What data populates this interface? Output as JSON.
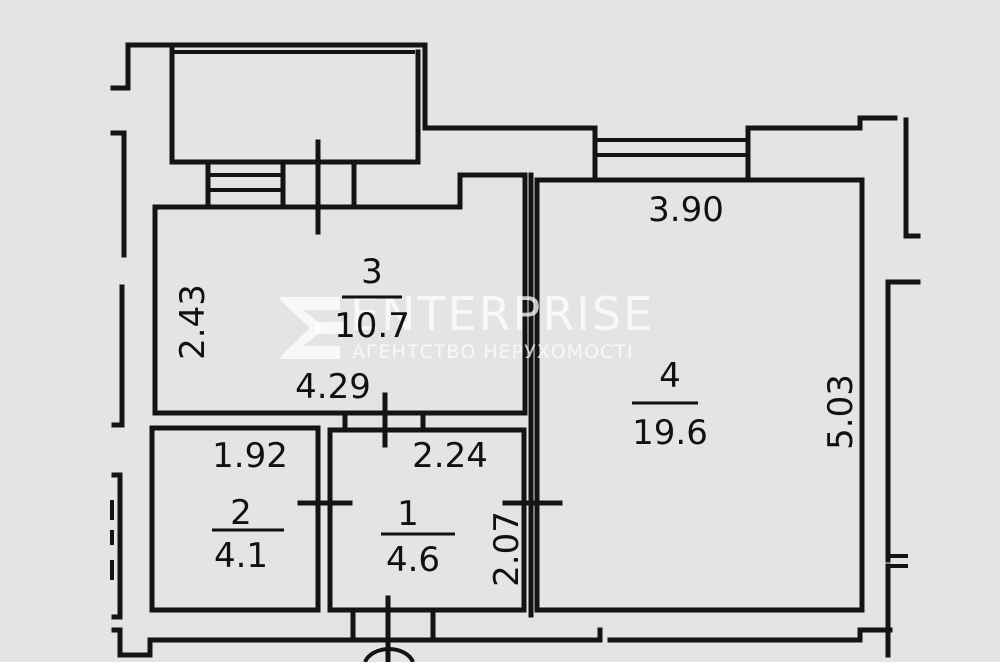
{
  "plan": {
    "rooms": [
      {
        "number": "1",
        "area": "4.6"
      },
      {
        "number": "2",
        "area": "4.1"
      },
      {
        "number": "3",
        "area": "10.7"
      },
      {
        "number": "4",
        "area": "19.6"
      }
    ],
    "dimensions": {
      "room3_height": "2.43",
      "room3_width": "4.29",
      "room2_width": "1.92",
      "room1_width": "2.24",
      "room1_height": "2.07",
      "room4_width": "3.90",
      "room4_height": "5.03"
    }
  },
  "watermark": {
    "title": "ENTERPRISE",
    "subtitle": "АГЕНТСТВО НЕРУХОМОСТІ"
  },
  "colors": {
    "background": "#e4e4e6",
    "lines": "#141414",
    "watermark": "#ffffff"
  }
}
